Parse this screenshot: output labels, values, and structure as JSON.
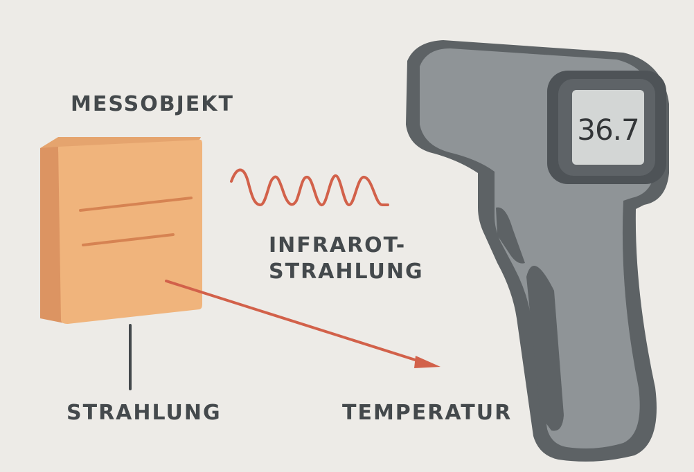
{
  "labels": {
    "object": "MESSOBJEKT",
    "infrared_line1": "INFRAROT-",
    "infrared_line2": "STRAHLUNG",
    "radiation": "STRAHLUNG",
    "temperature": "TEMPERATUR"
  },
  "thermometer": {
    "display_value": "36.7"
  },
  "colors": {
    "background": "#edebe7",
    "object_front": "#f0b47c",
    "object_side": "#dc9462",
    "object_top": "#e5a46e",
    "object_lines": "#d68352",
    "wave": "#d2614a",
    "arrow": "#d2614a",
    "text": "#44494c",
    "thermometer_body": "#8f9497",
    "thermometer_dark": "#5d6265",
    "display_bg": "#d3d6d5"
  },
  "icons": {
    "wave": "infrared-wave-icon",
    "arrow": "measurement-arrow-icon",
    "device": "ir-thermometer-icon",
    "object": "measured-object-icon"
  }
}
